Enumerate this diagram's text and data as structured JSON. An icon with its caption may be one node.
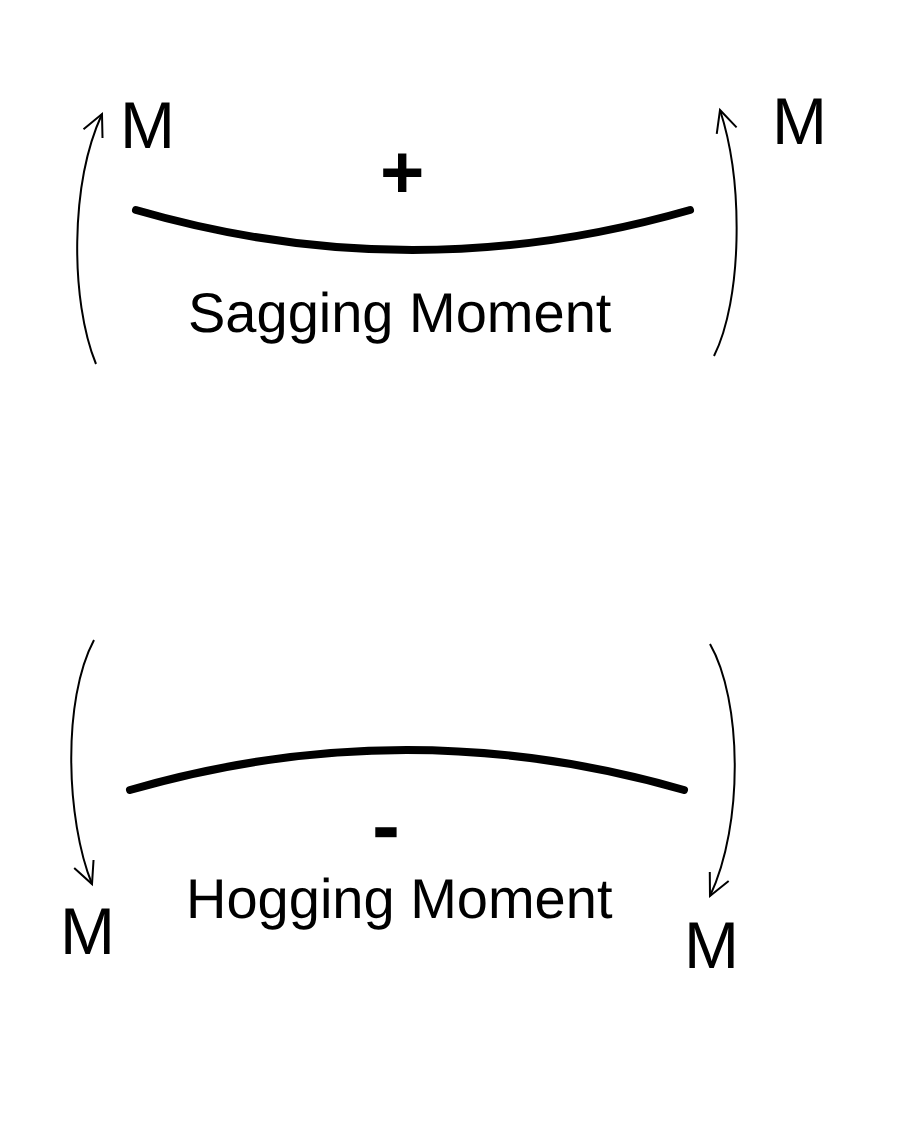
{
  "diagram": {
    "labels": [
      "M",
      "M",
      "+",
      "Sagging Moment",
      "-",
      "M",
      "Hogging Moment",
      "M"
    ]
  }
}
